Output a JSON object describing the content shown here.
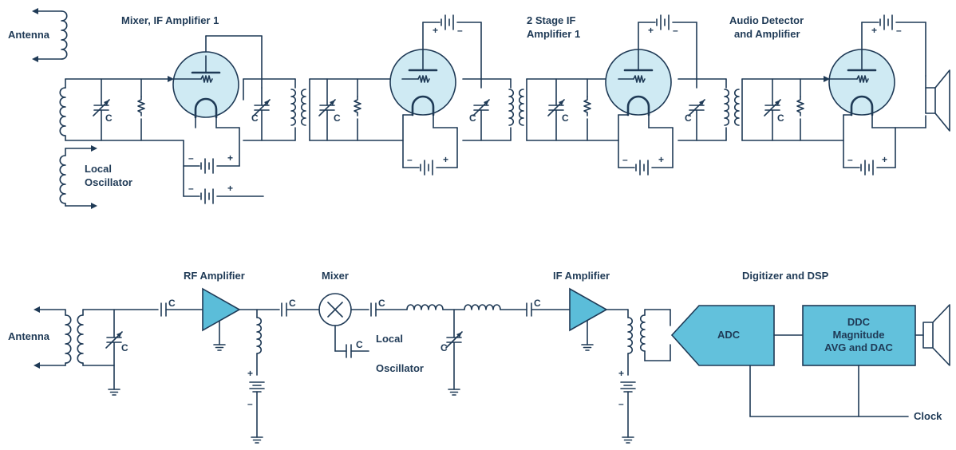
{
  "colors": {
    "ink": "#1f3a56",
    "tube_fill": "#cfeaf3",
    "block_fill": "#62c1dc",
    "amp_fill": "#5bbdd9"
  },
  "top": {
    "antenna": "Antenna",
    "mixer_if1": "Mixer, IF Amplifier 1",
    "local_osc_1": "Local",
    "local_osc_2": "Oscillator",
    "if2_1": "2 Stage IF",
    "if2_2": "Amplifier 1",
    "audio_1": "Audio Detector",
    "audio_2": "and Amplifier",
    "cap_label": "C",
    "plus": "+",
    "minus": "–"
  },
  "bottom": {
    "antenna": "Antenna",
    "rf_amp": "RF Amplifier",
    "mixer": "Mixer",
    "local_1": "Local",
    "local_2": "Oscillator",
    "if_amp": "IF Amplifier",
    "dsp_title": "Digitizer and DSP",
    "adc": "ADC",
    "ddc_1": "DDC",
    "ddc_2": "Magnitude",
    "ddc_3": "AVG and DAC",
    "clock": "Clock",
    "cap_label": "C",
    "plus": "+",
    "minus": "–"
  }
}
